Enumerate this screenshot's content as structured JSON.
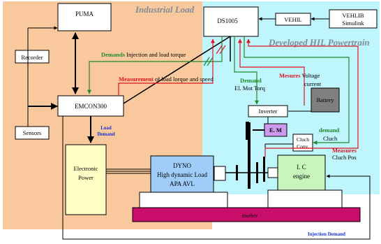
{
  "regions": {
    "industrial_title": "Industrial Load",
    "hil_title": "Developed HIL Powertrain"
  },
  "blocks": {
    "puma": "PUMA",
    "recorder": "Recorder",
    "sensors": "Sensors",
    "emcon": "EMCON300",
    "ds1005": "DS1005",
    "vehil": "VEHIL",
    "vehlib_line1": "VEHLIB",
    "vehlib_line2": "Simulink",
    "battery": "Battery",
    "inverter": "Inverter",
    "em": "E. M",
    "cluch_line1": "Cluch",
    "cluch_line2": "Conv.",
    "electronic_line1": "Electronic",
    "electronic_line2": "Power",
    "dyno_line1": "DYNO",
    "dyno_line2": "High dynamic Load",
    "dyno_line3": "APA AVL",
    "ic_line1": "I. C",
    "ic_line2": "engine",
    "marble": "marbre"
  },
  "labels": {
    "demands_bold": "Demands",
    "demands_rest": " Injection and load torque",
    "measurement_bold": "Measurement",
    "measurement_rest": " of load lorque and speed",
    "load_demand_line1": "Load",
    "load_demand_line2": "Demand",
    "demand_elmot_line1": "Demand",
    "demand_elmot_line2": "El. Mot Torq",
    "mesures_bold": "Mesures",
    "mesures_rest": " Voltage",
    "current": "current",
    "demand_cluch_line1": "demand",
    "demand_cluch_line2": "Cluch",
    "measures_cluch_line1": "Measures",
    "measures_cluch_line2": "Cluch Pos",
    "injection_demand": "Injection Demand"
  },
  "colors": {
    "industrial_bg": "#f9c89c",
    "hil_bg": "#bff5fd",
    "green": "#1f8a2a",
    "red": "#e0141e",
    "blue_label": "#1a2fd4",
    "title_gray": "#7f8c99",
    "electronic_fill": "#ffffc6",
    "dyno_fill": "#9fccf8",
    "ic_fill": "#c8f5bc",
    "battery_fill": "#7f7f7f",
    "em_fill": "#cc99ee",
    "marble_fill": "#c80d6a"
  }
}
